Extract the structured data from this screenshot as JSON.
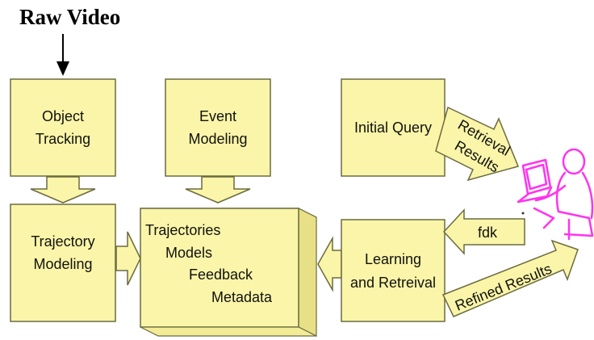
{
  "title": "Raw Video",
  "boxes": {
    "object_tracking": [
      "Object",
      "Tracking"
    ],
    "event_modeling": [
      "Event",
      "Modeling"
    ],
    "initial_query": "Initial Query",
    "trajectory_modeling": [
      "Trajectory",
      "Modeling"
    ],
    "learning_retrieval": [
      "Learning",
      "and Retreival"
    ]
  },
  "database": {
    "lines": [
      "Trajectories",
      "Models",
      "Feedback",
      "Metadata"
    ]
  },
  "arrows": {
    "retrieval_results": [
      "Retrieval",
      "Results"
    ],
    "feedback": "fdk",
    "refined_results": "Refined Results"
  },
  "icons": {
    "user": "user-at-computer-icon"
  },
  "colors": {
    "box_fill": "#FAF5A8",
    "box_stroke": "#6B6B40",
    "user_icon": "#FF33EE",
    "text": "#111111"
  }
}
